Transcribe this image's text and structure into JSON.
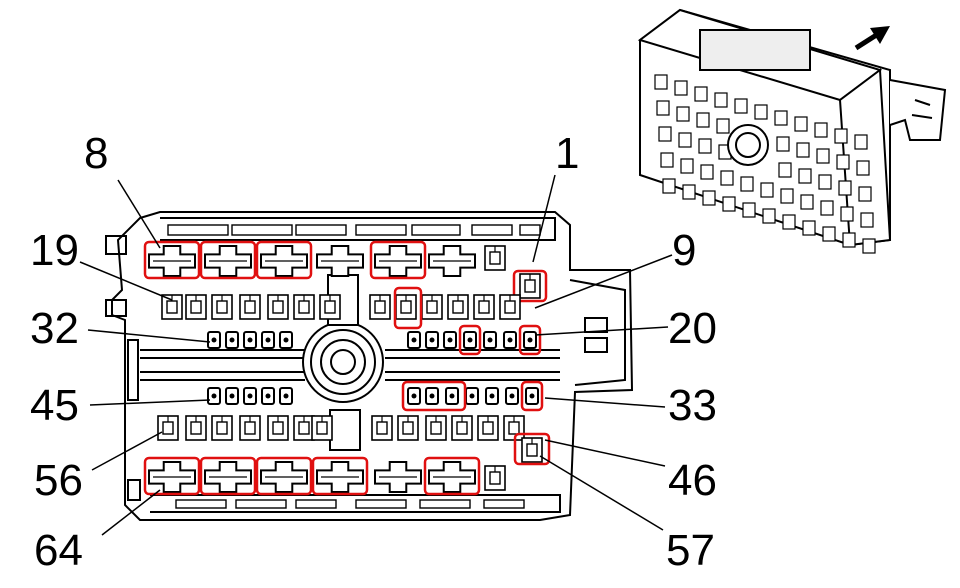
{
  "labels": {
    "l1": "1",
    "l8": "8",
    "l9": "9",
    "l19": "19",
    "l20": "20",
    "l32": "32",
    "l33": "33",
    "l45": "45",
    "l46": "46",
    "l56": "56",
    "l57": "57",
    "l64": "64"
  },
  "colors": {
    "line": "#000000",
    "highlight": "#e01010",
    "background": "#ffffff"
  },
  "icons": {
    "direction_arrow": "arrow-up-right-icon",
    "fuse_box_thumbnail": "fuse-box-perspective-icon"
  }
}
